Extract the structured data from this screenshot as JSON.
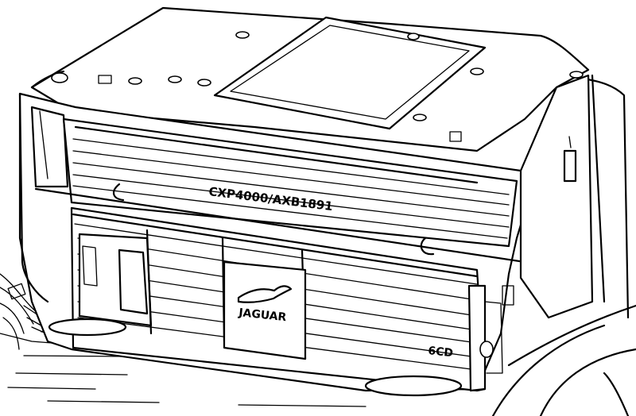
{
  "labels": {
    "unit_panel": "CXP4000/AXB1891",
    "logo": "JAGUAR",
    "badge": "6CD"
  },
  "colors": {
    "ink": "#000000",
    "paper": "#ffffff"
  }
}
